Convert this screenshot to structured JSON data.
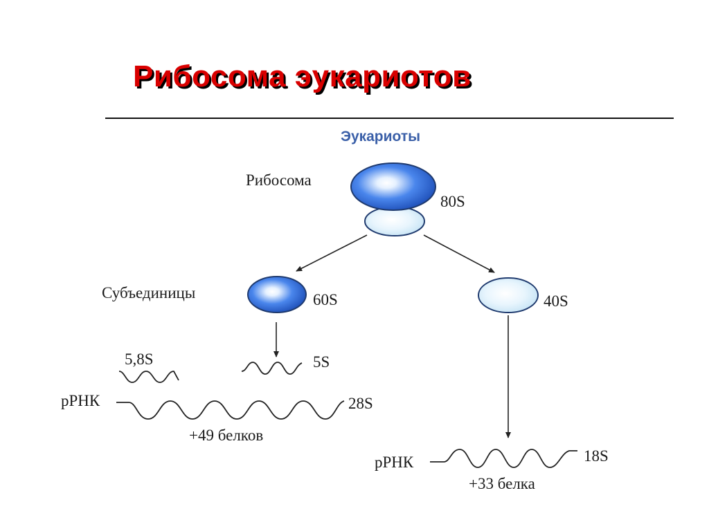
{
  "slide": {
    "title": "Рибосома эукариотов"
  },
  "diagram": {
    "header": "Эукариоты",
    "ribosome": {
      "label": "Рибосома",
      "sediment": "80S"
    },
    "subunits_label": "Субъединицы",
    "large_subunit": {
      "sediment": "60S",
      "rrna_small_a": "5,8S",
      "rrna_small_b": "5S",
      "rrna_prefix": "рРНК",
      "rrna_main": "28S",
      "proteins": "+49 белков"
    },
    "small_subunit": {
      "sediment": "40S",
      "rrna_prefix": "рРНК",
      "rrna_main": "18S",
      "proteins": "+33 белка"
    },
    "colors": {
      "title_red": "#d90000",
      "header_blue": "#3a5fa8",
      "large_subunit_blue": "#2f6fe0",
      "small_subunit_light": "#d2ebf8"
    }
  }
}
